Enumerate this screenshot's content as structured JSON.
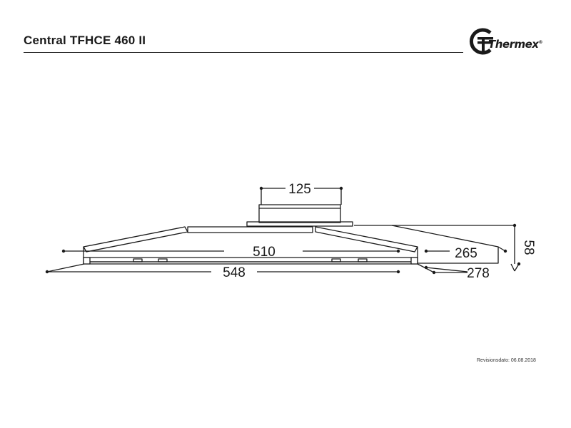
{
  "header": {
    "title": "Central TFHCE 460 II",
    "logo_text": "Thermex",
    "logo_mark": "®"
  },
  "dimensions": {
    "duct_diameter": "125",
    "inner_width": "510",
    "outer_width": "548",
    "depth_top": "265",
    "depth_bottom": "278",
    "height": "58"
  },
  "footer": {
    "revision": "Revisionsdato: 06.08.2018"
  },
  "icons": {
    "logo": "thermex-logo-icon"
  }
}
